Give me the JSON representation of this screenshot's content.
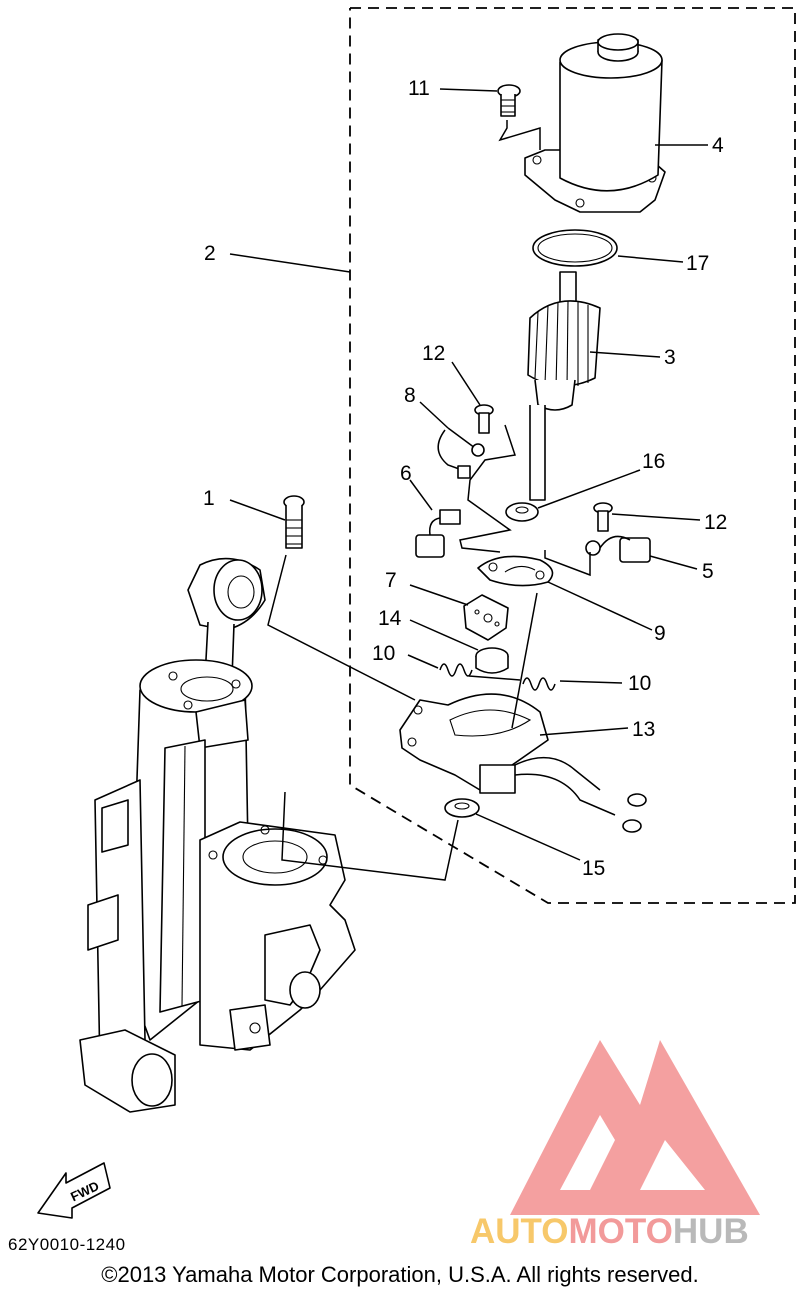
{
  "callouts": {
    "c1": "1",
    "c2": "2",
    "c3": "3",
    "c4": "4",
    "c5": "5",
    "c6": "6",
    "c7": "7",
    "c8": "8",
    "c9": "9",
    "c10a": "10",
    "c10b": "10",
    "c11": "11",
    "c12a": "12",
    "c12b": "12",
    "c13": "13",
    "c14": "14",
    "c15": "15",
    "c16": "16",
    "c17": "17"
  },
  "fwd_marker": {
    "text": "FWD",
    "icon": "fwd-arrow-icon"
  },
  "drawing_code": "62Y0010-1240",
  "copyright": "©2013 Yamaha Motor Corporation, U.S.A. All rights reserved.",
  "watermark": {
    "part1": "AUTO",
    "part2": "MOTO",
    "part3": "HUB",
    "logo_icon": "triangle-logo-icon",
    "colors": {
      "auto": "#f7c86a",
      "moto": "#f29a9a",
      "hub": "#b9b9b9",
      "logo": "#f08080"
    }
  }
}
